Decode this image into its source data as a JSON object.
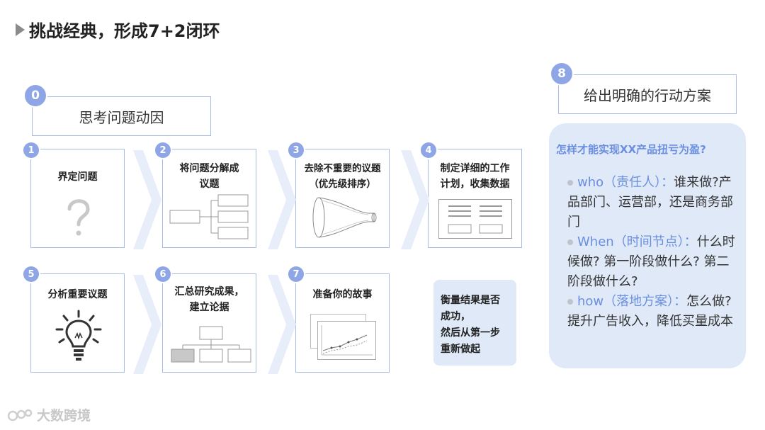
{
  "title": "挑战经典，形成7+2闭环",
  "step0": {
    "num": "0",
    "label": "思考问题动因"
  },
  "steps": [
    {
      "num": "1",
      "label": "界定问题"
    },
    {
      "num": "2",
      "label": "将问题分解成议题"
    },
    {
      "num": "3",
      "label": "去除不重要的议题（优先级排序）"
    },
    {
      "num": "4",
      "label": "制定详细的工作计划，收集数据"
    },
    {
      "num": "5",
      "label": "分析重要议题"
    },
    {
      "num": "6",
      "label": "汇总研究成果，建立论据"
    },
    {
      "num": "7",
      "label": "准备你的故事"
    }
  ],
  "step2_lines": [
    "将问题分解成",
    "议题"
  ],
  "step3_lines": [
    "去除不重要的议题",
    "（优先级排序）"
  ],
  "step4_lines": [
    "制定详细的工作",
    "计划，收集数据"
  ],
  "step6_lines": [
    "汇总研究成果，",
    "建立论据"
  ],
  "note_lines": [
    "衡量结果是否",
    "成功，",
    "然后从第一步",
    "重新做起"
  ],
  "step8": {
    "num": "8",
    "label": "给出明确的行动方案"
  },
  "plan": {
    "question": "怎样才能实现XX产品扭亏为盈?",
    "items": [
      {
        "key": "who（责任人）：",
        "text": "谁来做?产品部门、运营部，还是商务部门"
      },
      {
        "key": "When（时间节点）：",
        "text": "什么时候做? 第一阶段做什么? 第二阶段做什么?"
      },
      {
        "key": "how（落地方案）：",
        "text": "怎么做? 提升广告收入，降低买量成本"
      }
    ]
  },
  "logo": "大数跨境",
  "icons": {
    "question": "question-mark-icon",
    "tree": "tree-diagram-icon",
    "funnel": "funnel-icon",
    "plan": "table-icon",
    "bulb": "light-bulb-icon",
    "org": "org-chart-icon",
    "chart": "line-chart-icon"
  },
  "colors": {
    "accent": "#8fa6e6",
    "border": "#a8bde6",
    "panel": "#dfe9f7",
    "highlight": "#6b8fe0"
  }
}
